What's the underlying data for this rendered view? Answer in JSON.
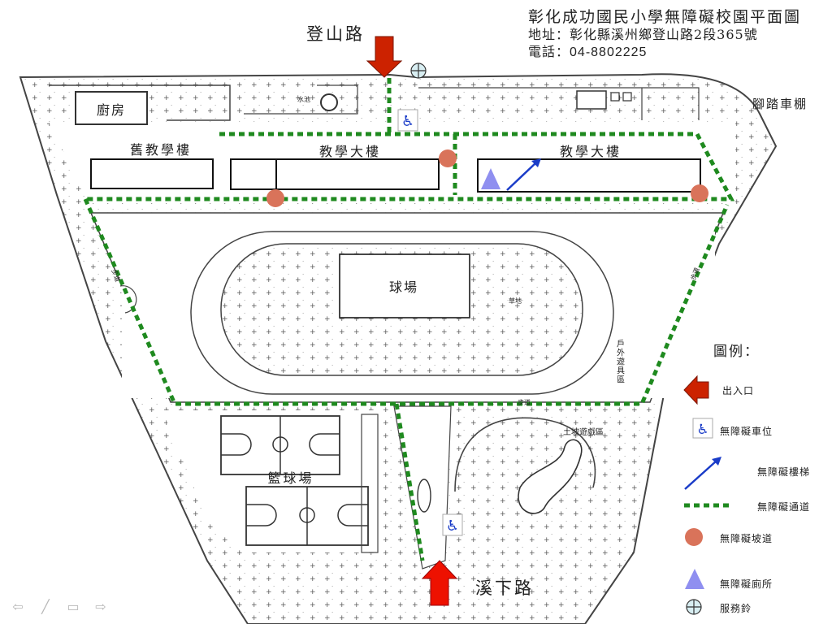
{
  "title": {
    "main": "彰化成功國民小學無障礙校園平面圖",
    "address": "地址：彰化縣溪州鄉登山路2段365號",
    "phone_label": "電話：",
    "phone": "04-8802225"
  },
  "roads": {
    "north": "登山路",
    "south": "溪下路"
  },
  "buildings": {
    "kitchen": "廚房",
    "old_teaching": "舊教學樓",
    "teaching_1": "教學大樓",
    "teaching_2": "教學大樓",
    "bike_shed": "腳踏車棚",
    "field": "球場",
    "basketball": "籃球場"
  },
  "small_labels": {
    "pool": "水池",
    "lawn": "草地",
    "outdoor_play": "戶外遊具區",
    "play_area": "土坡遊戲區",
    "left_path": "步道",
    "right_path": "步道",
    "bottom_path": "步道"
  },
  "legend": {
    "title": "圖例：",
    "items": [
      {
        "icon": "entrance-arrow-icon",
        "label": "出入口"
      },
      {
        "icon": "wheelchair-icon",
        "label": "無障礙車位"
      },
      {
        "icon": "elevator-arrow-icon",
        "label": "無障礙樓梯"
      },
      {
        "icon": "dotted-line-icon",
        "label": "無障礙通道"
      },
      {
        "icon": "ramp-circle-icon",
        "label": "無障礙坡道"
      },
      {
        "icon": "toilet-triangle-icon",
        "label": "無障礙廁所"
      },
      {
        "icon": "service-bell-icon",
        "label": "服務鈴"
      }
    ]
  },
  "colors": {
    "path_green": "#1f8a1f",
    "entrance_red": "#cc2200",
    "ramp_orange": "#d9735a",
    "toilet_blue": "#8f8ff0",
    "wheelchair_blue": "#1a3cc8"
  }
}
